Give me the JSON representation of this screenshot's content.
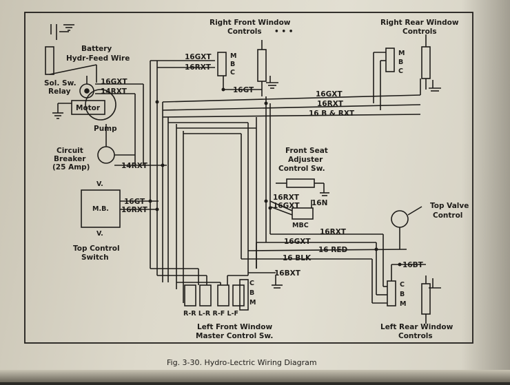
{
  "components": {
    "battery": "Battery",
    "feed_wire": "Hydr-Feed Wire",
    "relay_1": "Sol. Sw.",
    "relay_2": "Relay",
    "motor": "Motor",
    "pump": "Pump",
    "breaker_1": "Circuit",
    "breaker_2": "Breaker",
    "breaker_3": "(25 Amp)",
    "top_switch_1": "Top Control",
    "top_switch_2": "Switch",
    "top_v1": "V.",
    "top_mb": "M.B.",
    "top_v2": "V.",
    "rfw_1": "Right Front Window",
    "rfw_2": "Controls",
    "rfw_dots": "• • •",
    "rrw_1": "Right Rear Window",
    "rrw_2": "Controls",
    "seat_1": "Front Seat",
    "seat_2": "Adjuster",
    "seat_3": "Control Sw.",
    "mbc": "MBC",
    "valve_1": "Top Valve",
    "valve_2": "Control",
    "lrw_1": "Left Rear Window",
    "lrw_2": "Controls",
    "lfw_1": "Left Front Window",
    "lfw_2": "Master Control Sw.",
    "master_labels": "R-R  L-R    R-F  L-F"
  },
  "terminals": {
    "m": "M",
    "b": "B",
    "c": "C"
  },
  "wires": {
    "w16gxt_rf": "16GXT",
    "w16rxt_rf": "16RXT",
    "w16gt_rf": "16GT",
    "w16gxt_main": "16GXT",
    "w16rxt_main": "16RXT",
    "w16b_rxt": "16 B & RXT",
    "w16gxt_relay": "16GXT",
    "w14rxt_relay": "14RXT",
    "w14rxt_cb": "14RXT",
    "w16gt_top": "16GT",
    "w16rxt_top": "16RXT",
    "w16rxt_seat": "16RXT",
    "w16gxt_seat": "16GXT",
    "w16n": "16N",
    "w16rxt_low": "16RXT",
    "w16gxt_low": "16GXT",
    "w16red": "16 RED",
    "w16blk": "16 BLK",
    "w16bt": "16BT",
    "w16bxt": "16BXT"
  },
  "caption": "Fig. 3-30.  Hydro-Lectric Wiring Diagram"
}
